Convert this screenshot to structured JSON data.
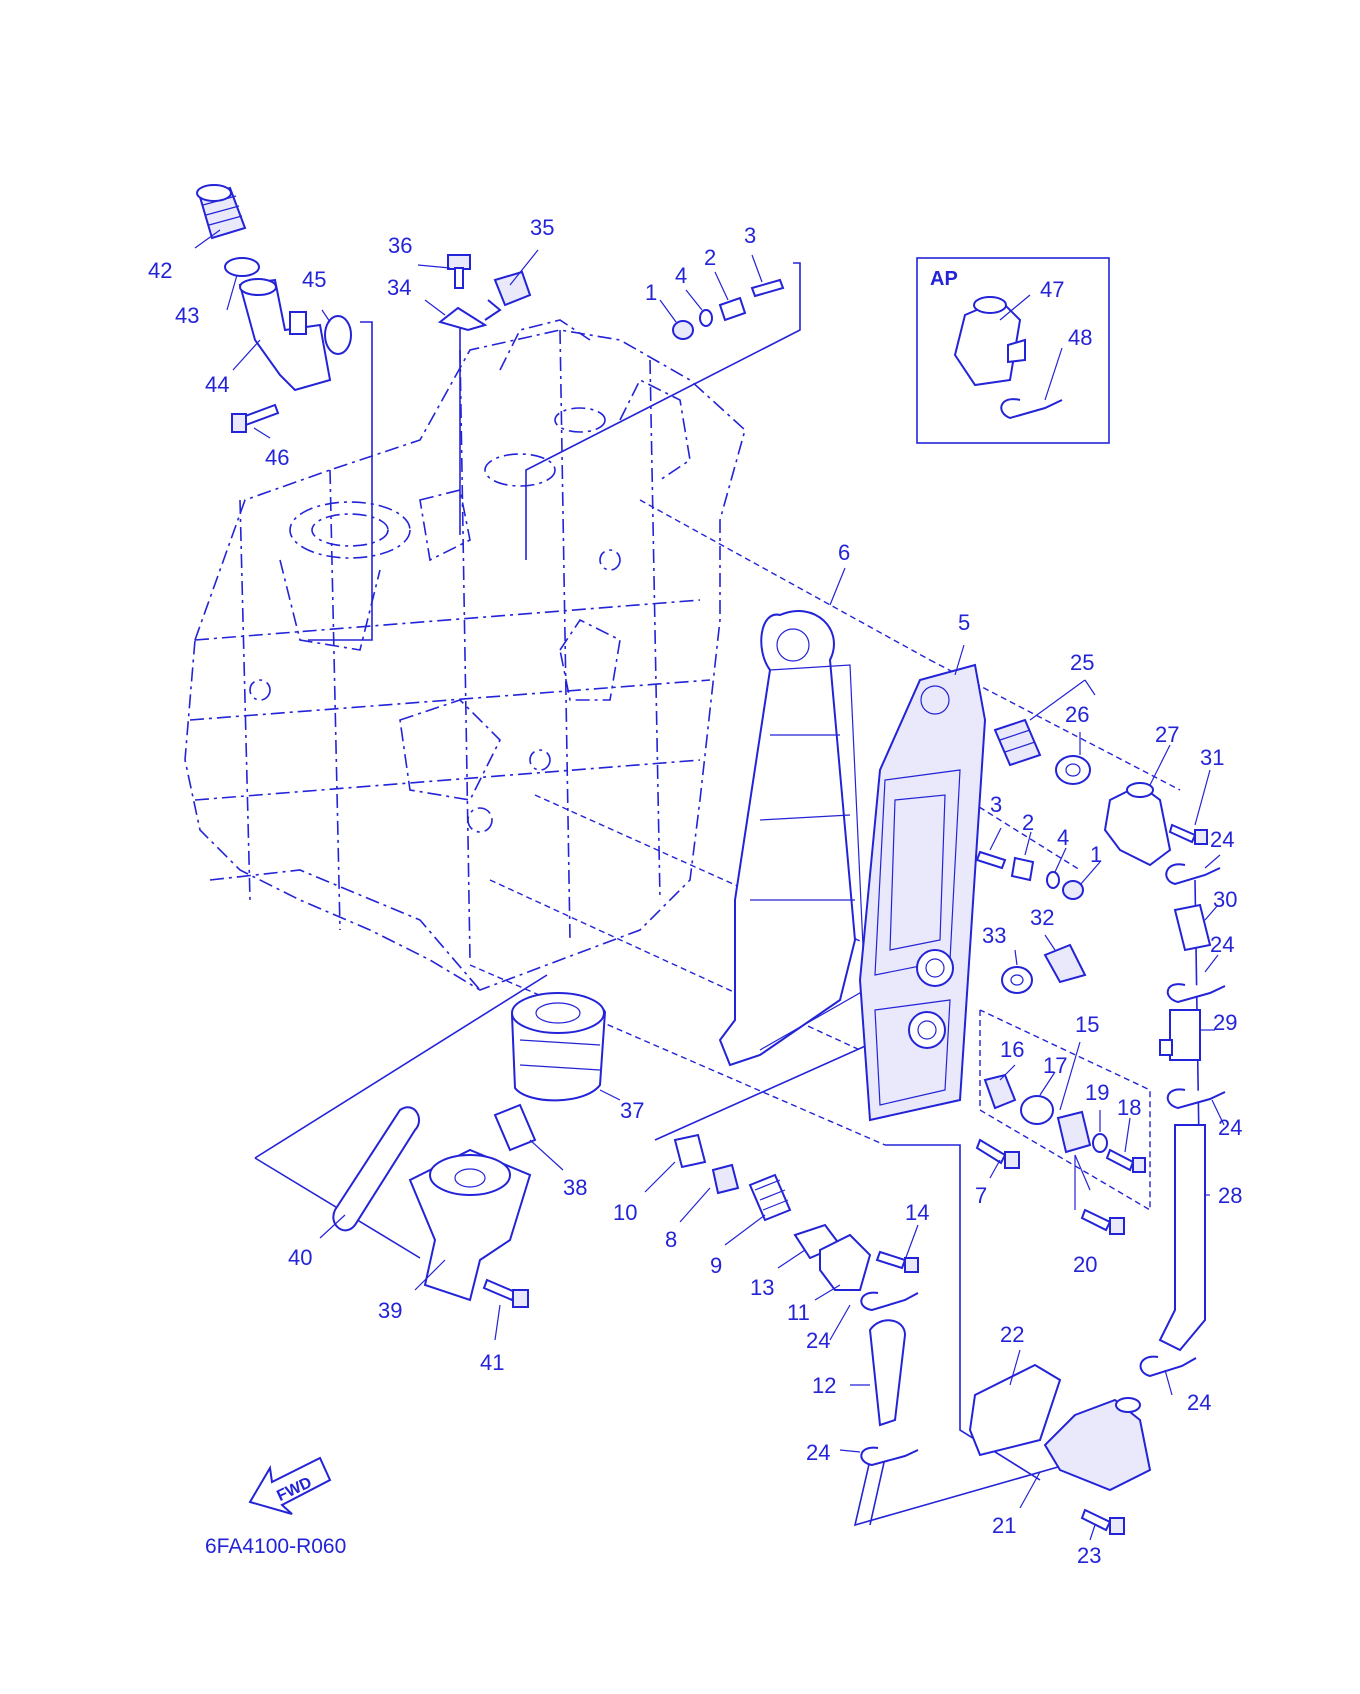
{
  "diagram": {
    "code": "6FA4100-R060",
    "ap_label": "AP",
    "fwd_label": "FWD",
    "color": "#2323d8",
    "part_numbers": [
      "1",
      "2",
      "3",
      "4",
      "5",
      "6",
      "7",
      "8",
      "9",
      "10",
      "11",
      "12",
      "13",
      "14",
      "15",
      "16",
      "17",
      "18",
      "19",
      "20",
      "21",
      "22",
      "23",
      "24",
      "25",
      "26",
      "27",
      "28",
      "29",
      "30",
      "31",
      "32",
      "33",
      "34",
      "35",
      "36",
      "37",
      "38",
      "39",
      "40",
      "41",
      "42",
      "43",
      "44",
      "45",
      "46",
      "47",
      "48"
    ]
  }
}
